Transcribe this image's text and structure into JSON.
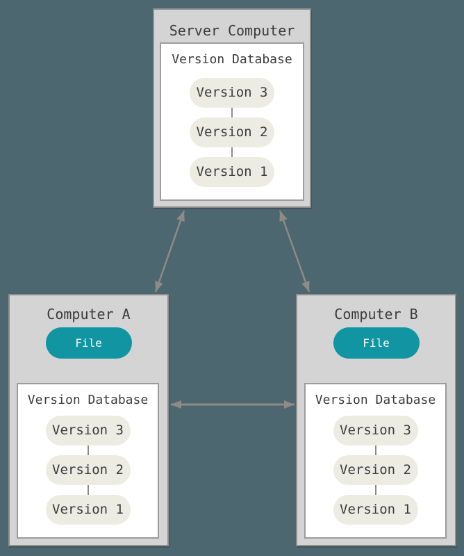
{
  "colors": {
    "background": "#4c6770",
    "box_fill": "#d4d4d4",
    "box_border": "#8f8f8f",
    "inner_fill": "#ffffff",
    "inner_border": "#9c9c9c",
    "pill_fill": "#edece3",
    "text": "#3b3b3b",
    "file_fill": "#1295a2",
    "file_text": "#fafafa",
    "arrow": "#8f8a84"
  },
  "server": {
    "title": "Server Computer",
    "database": {
      "label": "Version Database",
      "versions": [
        "Version 3",
        "Version 2",
        "Version 1"
      ]
    }
  },
  "computer_a": {
    "title": "Computer A",
    "file_label": "File",
    "database": {
      "label": "Version Database",
      "versions": [
        "Version 3",
        "Version 2",
        "Version 1"
      ]
    }
  },
  "computer_b": {
    "title": "Computer B",
    "file_label": "File",
    "database": {
      "label": "Version Database",
      "versions": [
        "Version 3",
        "Version 2",
        "Version 1"
      ]
    }
  }
}
